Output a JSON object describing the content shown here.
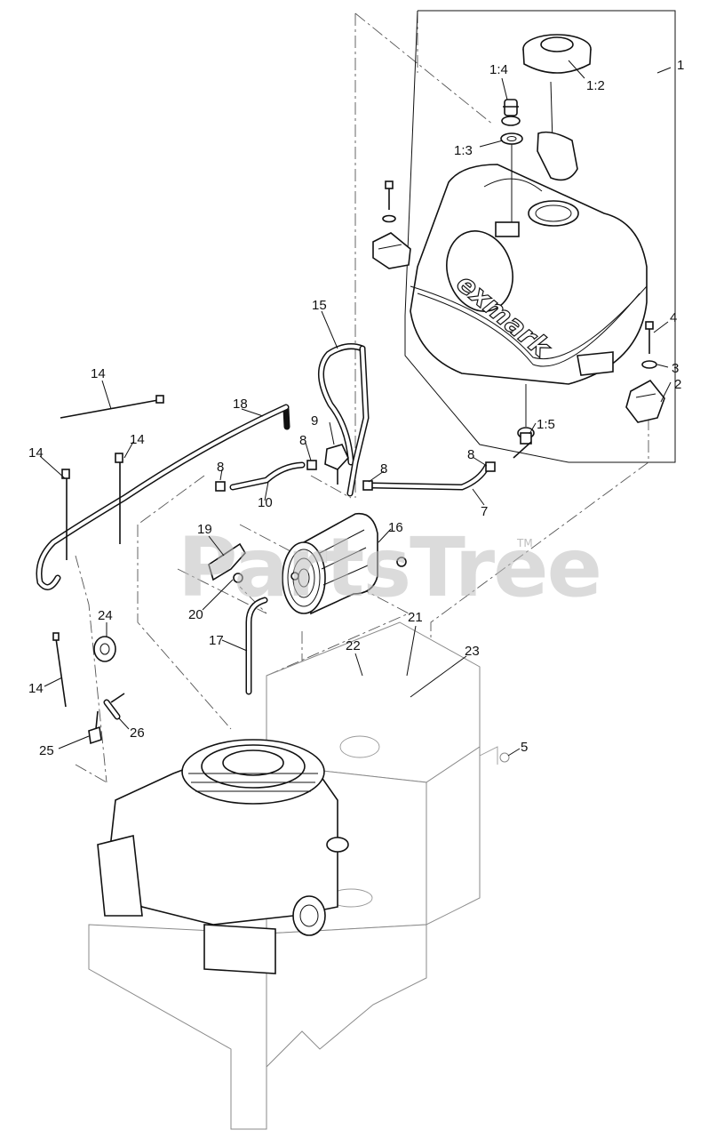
{
  "watermark": {
    "text": "PartsTree",
    "tm": "TM"
  },
  "brand_text": "exmark",
  "callouts": [
    {
      "id": "c-1",
      "label": "1"
    },
    {
      "id": "c-1-2",
      "label": "1:2"
    },
    {
      "id": "c-1-3",
      "label": "1:3"
    },
    {
      "id": "c-1-4",
      "label": "1:4"
    },
    {
      "id": "c-1-5",
      "label": "1:5"
    },
    {
      "id": "c-2",
      "label": "2"
    },
    {
      "id": "c-3",
      "label": "3"
    },
    {
      "id": "c-4",
      "label": "4"
    },
    {
      "id": "c-5",
      "label": "5"
    },
    {
      "id": "c-7",
      "label": "7"
    },
    {
      "id": "c-8a",
      "label": "8"
    },
    {
      "id": "c-8b",
      "label": "8"
    },
    {
      "id": "c-8c",
      "label": "8"
    },
    {
      "id": "c-8d",
      "label": "8"
    },
    {
      "id": "c-9",
      "label": "9"
    },
    {
      "id": "c-10",
      "label": "10"
    },
    {
      "id": "c-14a",
      "label": "14"
    },
    {
      "id": "c-14b",
      "label": "14"
    },
    {
      "id": "c-14c",
      "label": "14"
    },
    {
      "id": "c-14d",
      "label": "14"
    },
    {
      "id": "c-15",
      "label": "15"
    },
    {
      "id": "c-16",
      "label": "16"
    },
    {
      "id": "c-17",
      "label": "17"
    },
    {
      "id": "c-18",
      "label": "18"
    },
    {
      "id": "c-19",
      "label": "19"
    },
    {
      "id": "c-20",
      "label": "20"
    },
    {
      "id": "c-21",
      "label": "21"
    },
    {
      "id": "c-22",
      "label": "22"
    },
    {
      "id": "c-23",
      "label": "23"
    },
    {
      "id": "c-24",
      "label": "24"
    },
    {
      "id": "c-25",
      "label": "25"
    },
    {
      "id": "c-26",
      "label": "26"
    }
  ]
}
